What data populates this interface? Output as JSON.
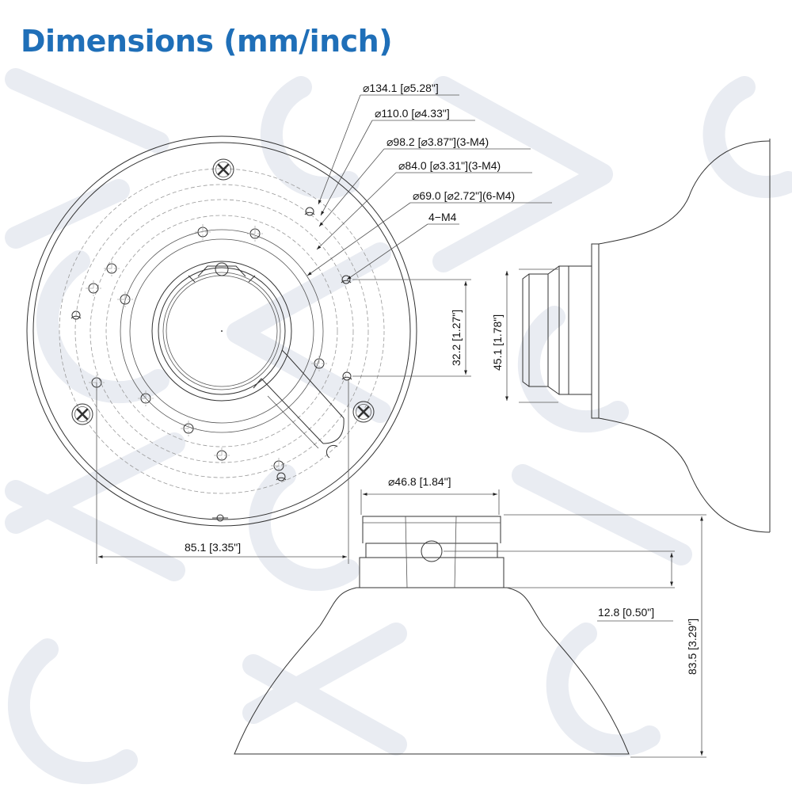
{
  "title": "Dimensions (mm/inch)",
  "top_view_labels": {
    "d1": "⌀134.1 [⌀5.28\"]",
    "d2": "⌀110.0 [⌀4.33\"]",
    "d3": "⌀98.2 [⌀3.87\"](3-M4)",
    "d4": "⌀84.0 [⌀3.31\"](3-M4)",
    "d5": "⌀69.0 [⌀2.72\"](6-M4)",
    "d6": "4−M4",
    "width": "85.1 [3.35\"]",
    "hole_spacing": "32.2 [1.27\"]"
  },
  "side_view_labels": {
    "height": "45.1 [1.78\"]"
  },
  "front_view_labels": {
    "neck_diameter": "⌀46.8 [1.84\"]",
    "flange_height": "12.8 [0.50\"]",
    "total_height": "83.5 [3.29\"]"
  },
  "colors": {
    "title": "#1f6fb8",
    "line": "#333333",
    "watermark": "#e9ecf2"
  }
}
